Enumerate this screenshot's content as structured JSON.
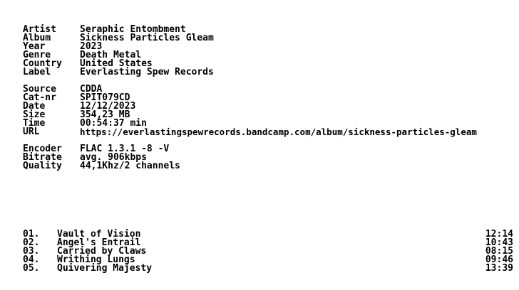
{
  "info": {
    "artist": {
      "label": "Artist",
      "value": "Seraphic Entombment"
    },
    "album": {
      "label": "Album",
      "value": "Sickness Particles Gleam"
    },
    "year": {
      "label": "Year",
      "value": "2023"
    },
    "genre": {
      "label": "Genre",
      "value": "Death Metal"
    },
    "country": {
      "label": "Country",
      "value": "United States"
    },
    "record_label": {
      "label": "Label",
      "value": "Everlasting Spew Records"
    }
  },
  "source": {
    "source": {
      "label": "Source",
      "value": "CDDA"
    },
    "catnr": {
      "label": "Cat-nr",
      "value": "SPIT079CD"
    },
    "date": {
      "label": "Date",
      "value": "12/12/2023"
    },
    "size": {
      "label": "Size",
      "value": "354,23 MB"
    },
    "time": {
      "label": "Time",
      "value": "00:54:37 min"
    },
    "url": {
      "label": "URL",
      "value": "https://everlastingspewrecords.bandcamp.com/album/sickness-particles-gleam"
    }
  },
  "encoding": {
    "encoder": {
      "label": "Encoder",
      "value": "FLAC 1.3.1 -8 -V"
    },
    "bitrate": {
      "label": "Bitrate",
      "value": "avg. 906kbps"
    },
    "quality": {
      "label": "Quality",
      "value": "44,1Khz/2 channels"
    }
  },
  "tracks": [
    {
      "num": "01.",
      "title": "Vault of Vision",
      "time": "12:14"
    },
    {
      "num": "02.",
      "title": "Angel's Entrail",
      "time": "10:43"
    },
    {
      "num": "03.",
      "title": "Carried by Claws",
      "time": "08:15"
    },
    {
      "num": "04.",
      "title": "Writhing Lungs",
      "time": "09:46"
    },
    {
      "num": "05.",
      "title": "Quivering Majesty",
      "time": "13:39"
    }
  ]
}
